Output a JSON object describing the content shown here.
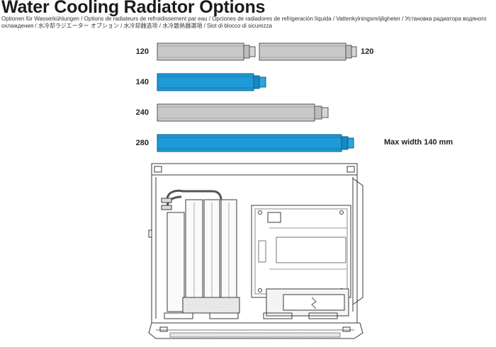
{
  "title": "Water Cooling Radiator Options",
  "subtitle": "Optionen für Wasserkühlungen / Options de radiateurs de refroidissement par eau / Opciones de radiadores de refrigeración líquida / Vattenkylningsmöjligheter / Установка радиатора водяного охлаждения / 水冷却ラジエーター オプション / 水冷却器选项 / 水冷散熱器選項 / Slot di blocco di sicurezza",
  "radiators": [
    {
      "label_left": "120",
      "label_right": "120",
      "color": "gray"
    },
    {
      "label_left": "140",
      "color": "blue"
    },
    {
      "label_left": "240",
      "color": "gray"
    },
    {
      "label_left": "280",
      "color": "blue"
    }
  ],
  "note": "Max width 140 mm",
  "colors": {
    "blue": "#1e9ad6",
    "blue_dark": "#0d6fa3",
    "gray": "#c9c9c9",
    "gray_dark": "#7d7d7d",
    "outline": "#3a3a3a"
  }
}
